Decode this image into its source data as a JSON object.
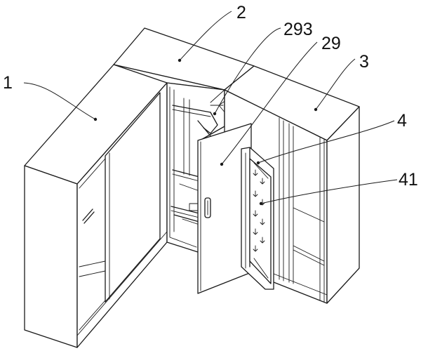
{
  "figure": {
    "labels": {
      "l1": "1",
      "l2": "2",
      "l293": "293",
      "l29": "29",
      "l3": "3",
      "l4": "4",
      "l41": "41"
    }
  }
}
